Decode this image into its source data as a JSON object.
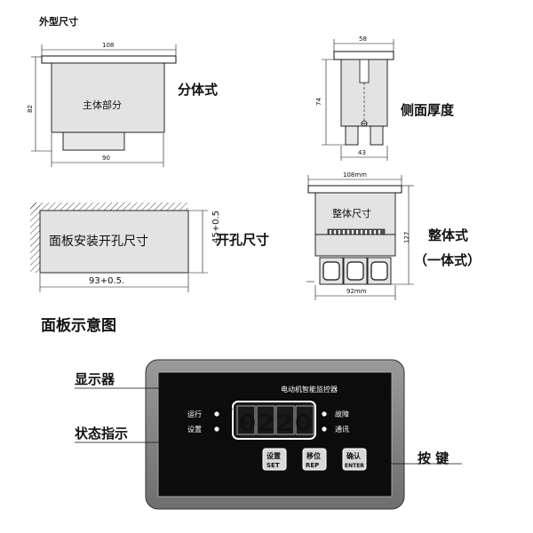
{
  "labels": {
    "outline_title": "外型尺寸",
    "split_type": "分体式",
    "body_part": "主体部分",
    "side_thickness": "侧面厚度",
    "cutout_size": "开孔尺寸",
    "panel_cutout": "面板安装开孔尺寸",
    "integral_type": "整体式",
    "integral_sub": "（一体式）",
    "whole_size": "整体尺寸",
    "panel_diagram_title": "面板示意图",
    "display": "显示器",
    "status": "状态指示",
    "keys": "按 键"
  },
  "dims": {
    "w108": "108",
    "w90": "90",
    "h82": "82",
    "w58": "58",
    "h74": "74",
    "w43": "43",
    "h45": "45+0.5",
    "w93": "93+0.5.",
    "w108mm": "108mm",
    "h127": "127",
    "w92mm": "92mm"
  },
  "panel": {
    "title": "电动机智能监控器",
    "indicators_left": [
      "运行",
      "设置"
    ],
    "indicators_right": [
      "故障",
      "通讯"
    ],
    "display_value": "0220",
    "buttons": [
      {
        "top": "设置",
        "bottom": "SET"
      },
      {
        "top": "移位",
        "bottom": "REP"
      },
      {
        "top": "确认",
        "bottom": "ENTER"
      }
    ]
  }
}
